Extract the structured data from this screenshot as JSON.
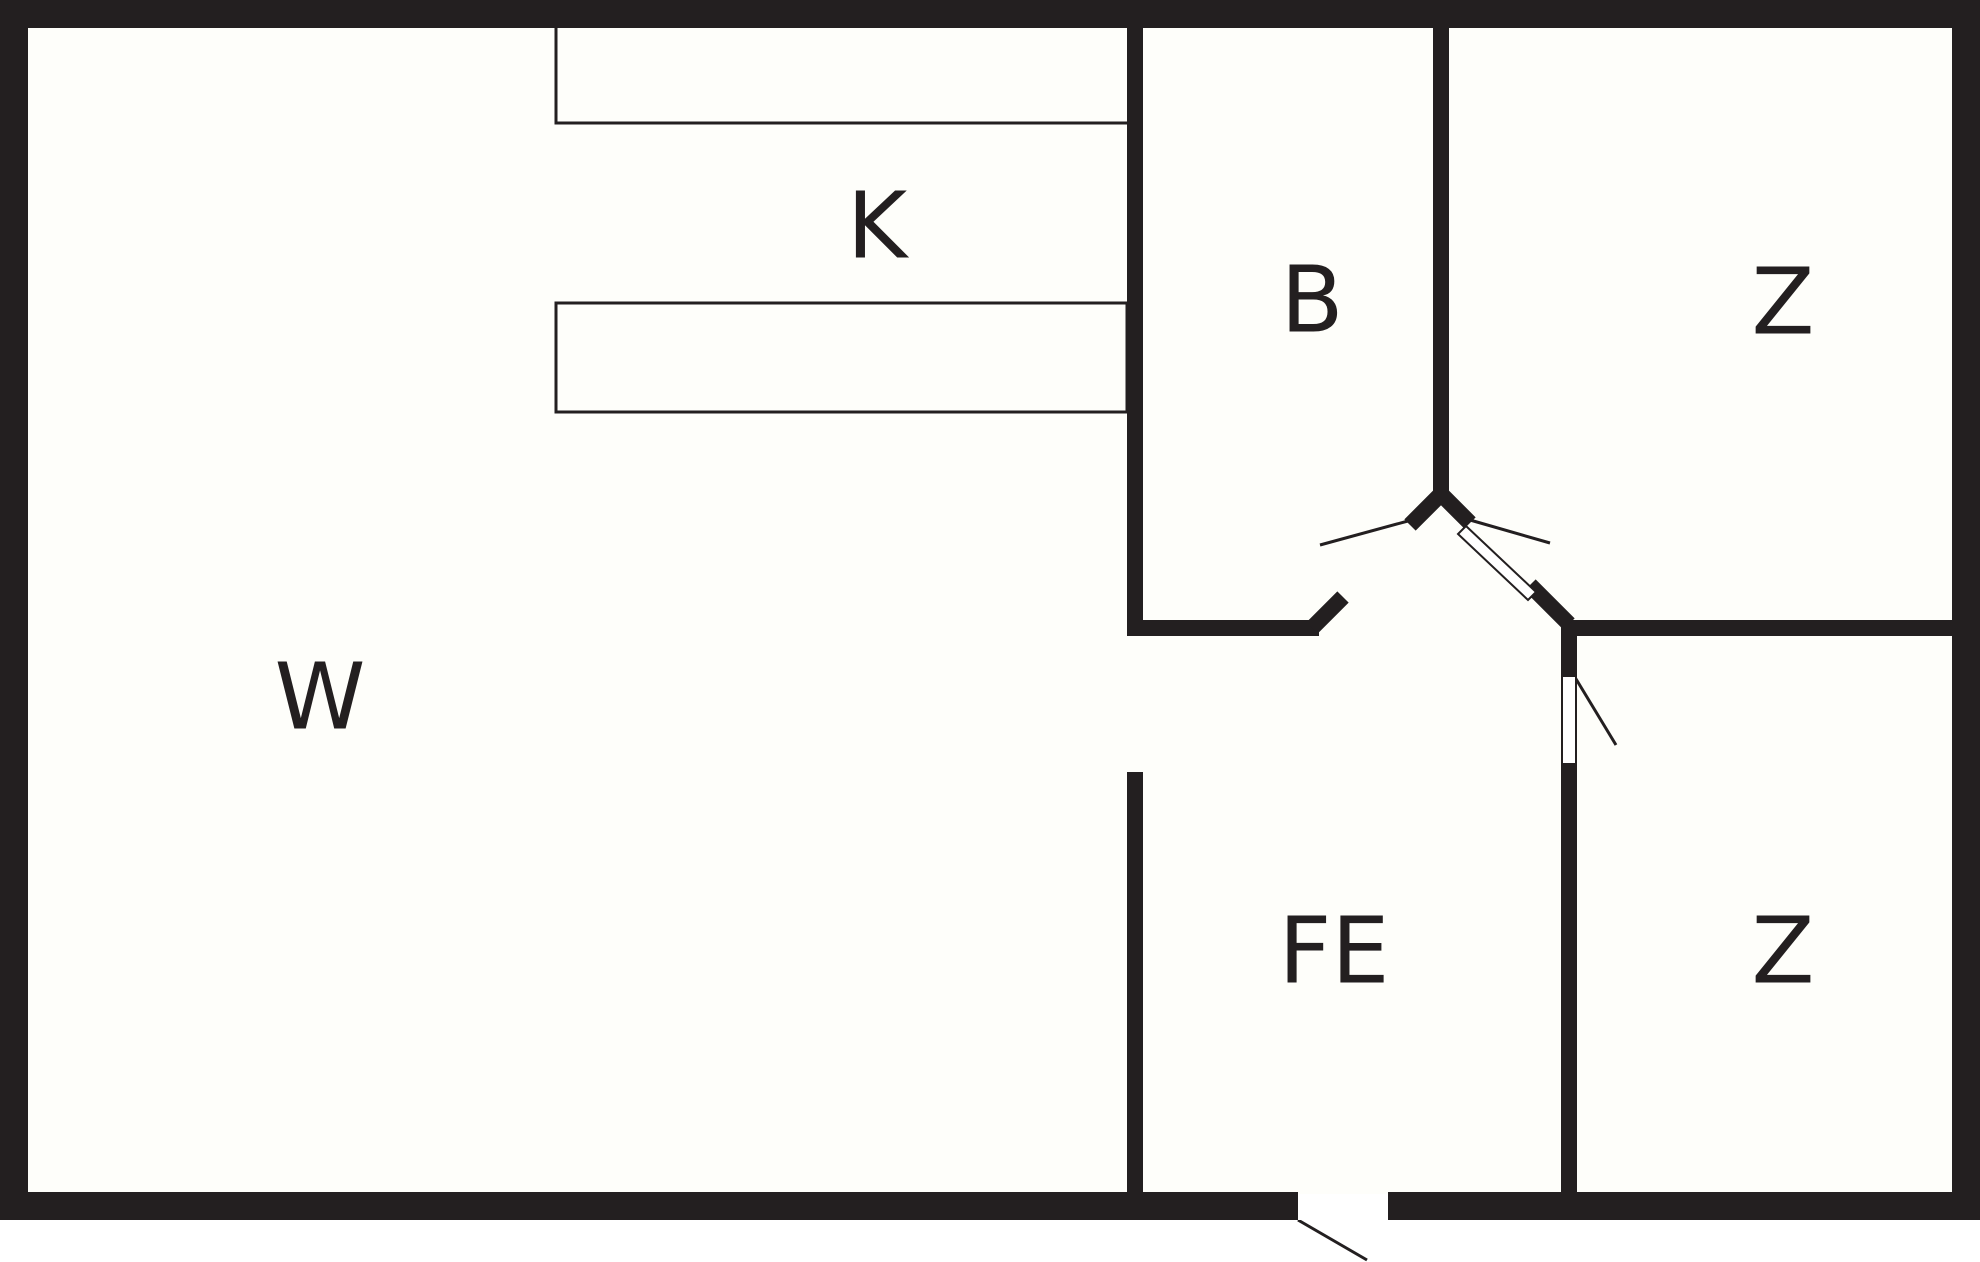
{
  "plan": {
    "rooms": [
      {
        "id": "wohnen",
        "label": "W"
      },
      {
        "id": "kueche",
        "label": "K"
      },
      {
        "id": "bad",
        "label": "B"
      },
      {
        "id": "zimmer-1",
        "label": "Z"
      },
      {
        "id": "zimmer-2",
        "label": "Z"
      },
      {
        "id": "flur-eingang",
        "label": "FE"
      }
    ]
  },
  "colors": {
    "wall": "#231f20",
    "floor": "#fefefa",
    "fixture": "#231f20"
  }
}
